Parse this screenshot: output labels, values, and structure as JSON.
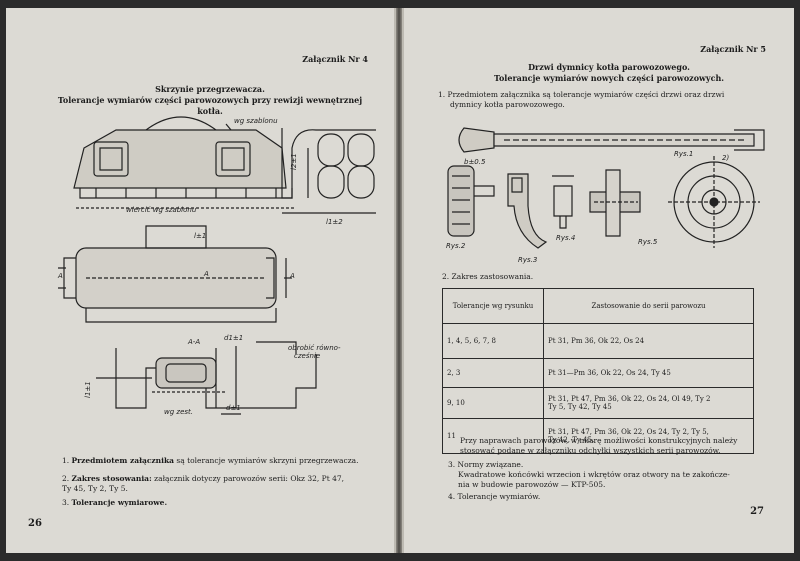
{
  "left_page": {
    "appendix_no": "Załącznik Nr 4",
    "title_line1": "Skrzynie przegrzewacza.",
    "title_line2": "Tolerancje wymiarów części parowozowych przy rewizji wewnętrznej kotła.",
    "drawing_labels": {
      "wg_szablonu": "wg szablonu",
      "wiercic": "wiercić wg szablonu",
      "l1": "l1±2",
      "l2": "l2±1",
      "l": "l±1",
      "a_left": "A",
      "a_right": "A",
      "a_mid": "A",
      "section": "A-A",
      "d1": "d1±1",
      "obrobic": "obrobić równo-",
      "czesnie": "cześnie",
      "l1s": "l1±1",
      "wg_zest": "wg zest.",
      "d": "d±1"
    },
    "items": [
      {
        "num": "1.",
        "bold": "Przedmiotem załącznika",
        "text": " są tolerancje wymiarów skrzyni przegrzewacza."
      },
      {
        "num": "2.",
        "bold": "Zakres stosowania:",
        "text": " załącznik dotyczy parowozów serii: Okz 32, Pt 47,",
        "line2": "Ty 45, Ty 2, Ty 5."
      },
      {
        "num": "3.",
        "bold": "Tolerancje wymiarowe.",
        "text": ""
      }
    ],
    "page_number": "26"
  },
  "right_page": {
    "appendix_no": "Załącznik Nr 5",
    "title_line1": "Drzwi dymnicy kotła parowozowego.",
    "title_line2": "Tolerancje wymiarów nowych części parowozowych.",
    "item1_line1": "1. Przedmiotem załącznika są tolerancje wymiarów części drzwi oraz drzwi",
    "item1_line2": "dymnicy kotła parowozowego.",
    "drawing_labels": {
      "rys1": "Rys.1",
      "rys2": "Rys.2",
      "rys3": "Rys.3",
      "rys4": "Rys.4",
      "rys5": "Rys.5",
      "mark2": "2)",
      "b05": "b±0.5"
    },
    "item2": "2. Zakres zastosowania.",
    "table": {
      "headers": [
        "Tolerancje wg rysunku",
        "Zastosowanie do serii parowozu"
      ],
      "rows": [
        {
          "c1": "1, 4, 5, 6, 7, 8",
          "c2a": "Pt 31, Pm 36, Ok 22, Os 24",
          "c2b": ""
        },
        {
          "c1": "2, 3",
          "c2a": "Pt 31—Pm 36, Ok 22, Os 24, Ty 45",
          "c2b": ""
        },
        {
          "c1": "9, 10",
          "c2a": "Pt 31,  Pt 47,  Pm 36,  Ok 22,  Os 24,  Ol 49,  Ty 2",
          "c2b": "Ty 5, Ty 42, Ty 45"
        },
        {
          "c1": "11",
          "c2a": "Pt 31,  Pt 47,  Pm 36,  Ok 22,  Os 24,  Ty 2,  Ty 5,",
          "c2b": "Ty 42,  Ty 45."
        }
      ]
    },
    "note_line1": "Przy naprawach parowozów, w miarę możliwości konstrukcyjnych należy",
    "note_line2": "stosować podane w załączniku odchyłki wszystkich serii parowozów.",
    "item3": "3. Normy związane.",
    "item3_line1": "Kwadratowe końcówki wrzecion i wkrętów oraz otwory na te zakończe-",
    "item3_line2": "nia w budowie parowozów — KTP-505.",
    "item4": "4. Tolerancje wymiarów.",
    "page_number": "27"
  }
}
